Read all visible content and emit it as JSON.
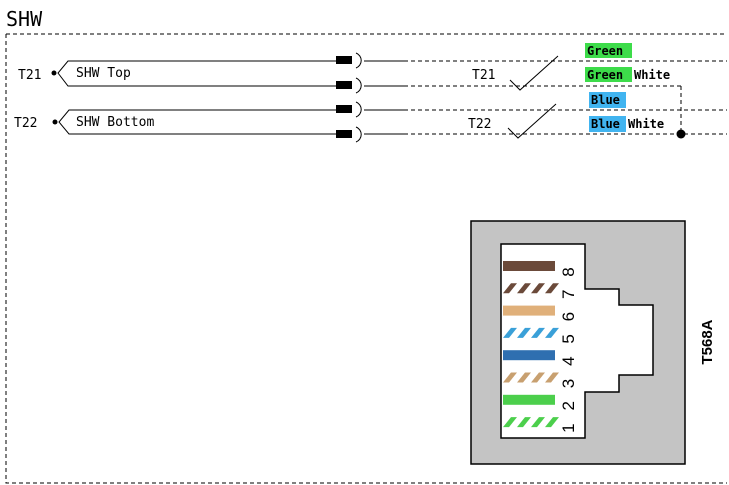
{
  "section_title": "SHW",
  "sensors": [
    {
      "terminal": "T21",
      "name": "SHW Top",
      "switch_label": "T21"
    },
    {
      "terminal": "T22",
      "name": "SHW Bottom",
      "switch_label": "T22"
    }
  ],
  "wires": [
    {
      "color_name": "Green",
      "suffix": "",
      "color": "#3ddc4a"
    },
    {
      "color_name": "Green",
      "suffix": "White",
      "color": "#3ddc4a"
    },
    {
      "color_name": "Blue",
      "suffix": "",
      "color": "#41b4f0"
    },
    {
      "color_name": "Blue",
      "suffix": "White",
      "color": "#41b4f0"
    }
  ],
  "connector": {
    "standard": "T568A",
    "pins": [
      "8",
      "7",
      "6",
      "5",
      "4",
      "3",
      "2",
      "1"
    ],
    "pin_colors": [
      {
        "base": "#6b4a3a",
        "stripe": null
      },
      {
        "base": "#ffffff",
        "stripe": "#6b4a3a"
      },
      {
        "base": "#e0b07a",
        "stripe": null
      },
      {
        "base": "#ffffff",
        "stripe": "#3aa0d8"
      },
      {
        "base": "#2f6fb0",
        "stripe": null
      },
      {
        "base": "#ffffff",
        "stripe": "#c8a070"
      },
      {
        "base": "#4ccf4c",
        "stripe": null
      },
      {
        "base": "#ffffff",
        "stripe": "#4ccf4c"
      }
    ]
  }
}
